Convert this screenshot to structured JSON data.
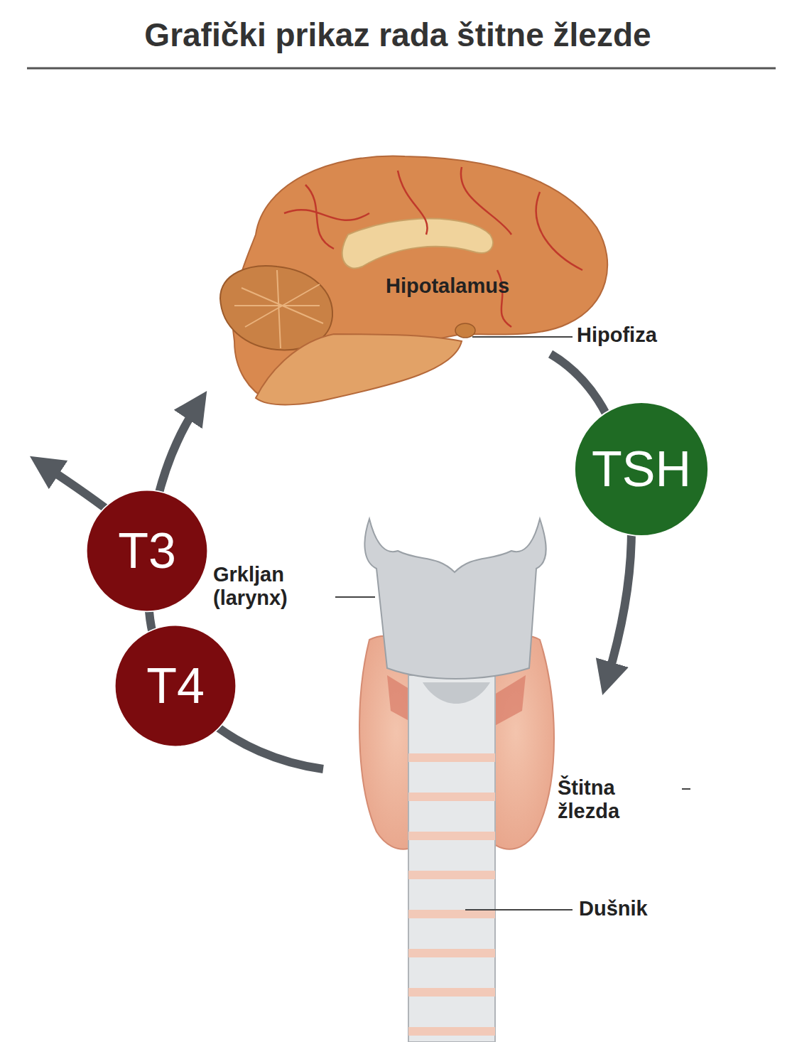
{
  "diagram": {
    "title": "Grafički prikaz rada štitne žlezde",
    "nodes": [
      {
        "text": [
          "TSH"
        ]
      },
      {
        "text": [
          "T3"
        ]
      },
      {
        "text": [
          "T4"
        ]
      }
    ],
    "labels": [
      "Hipotalamus",
      "Hipofiza",
      "Grkljan (larynx)",
      "Štitna žlezda",
      "Dušnik"
    ]
  }
}
